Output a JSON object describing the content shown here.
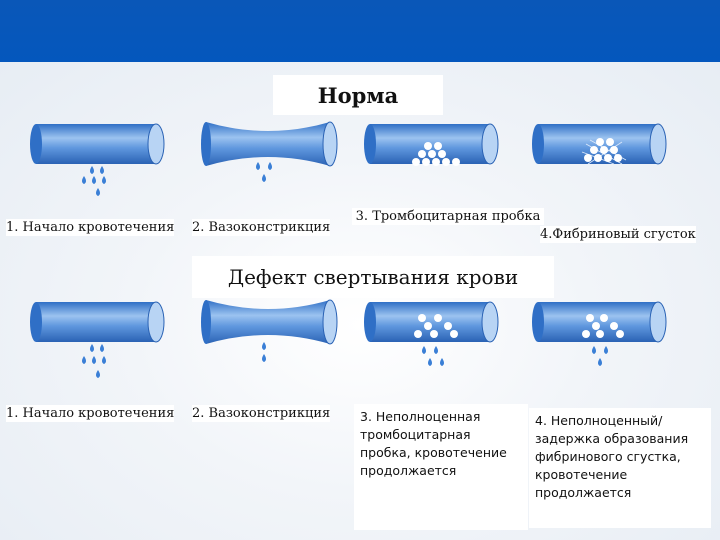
{
  "colors": {
    "header": "#0a57b8",
    "tube_dark": "#2f6fc6",
    "tube_light": "#9cc3f0",
    "drop": "#3a7fd6"
  },
  "normal": {
    "title": "Норма",
    "captions": [
      "1. Начало кровотечения",
      "2. Вазоконстрикция",
      "3. Тромбоцитарная пробка",
      "4.Фибриновый сгусток"
    ]
  },
  "defect": {
    "title": "Дефект свертывания крови",
    "captions": [
      "1. Начало кровотечения",
      "2. Вазоконстрикция",
      "3. Неполноценная тромбоцитарная пробка, кровотечение продолжается",
      "4. Неполноценный/ задержка образования фибринового сгустка, кровотечение продолжается"
    ]
  }
}
